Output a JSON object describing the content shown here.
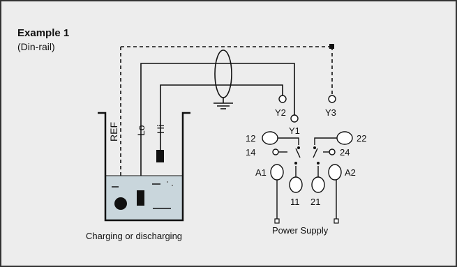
{
  "title": "Example 1",
  "subtitle": "(Din-rail)",
  "electrodes": {
    "ref": "REF",
    "lo": "Lo",
    "hi": "Hi"
  },
  "terminals": {
    "y1": "Y1",
    "y2": "Y2",
    "y3": "Y3",
    "t12": "12",
    "t14": "14",
    "t11": "11",
    "a1": "A1",
    "t22": "22",
    "t24": "24",
    "t21": "21",
    "a2": "A2"
  },
  "tank_caption": "Charging or discharging",
  "power_caption": "Power Supply"
}
